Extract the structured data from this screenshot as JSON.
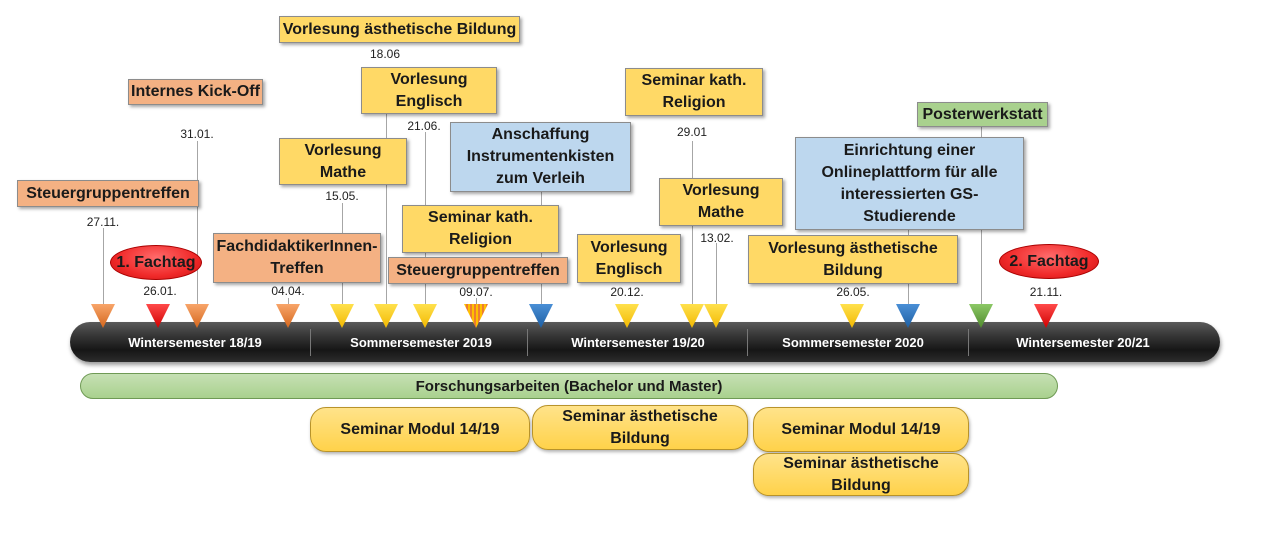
{
  "colors": {
    "orange": "#ed7d31",
    "red": "#ff0000",
    "yellow": "#ffc000",
    "blue": "#2e75b6",
    "green": "#70ad47",
    "box_yellow": "#ffd966",
    "box_orange": "#f4b183",
    "box_blue": "#bdd7ee",
    "box_green": "#a9d18e"
  },
  "semesters": [
    "Wintersemester 18/19",
    "Sommersemester 2019",
    "Wintersemester 19/20",
    "Sommersemester 2020",
    "Wintersemester 20/21"
  ],
  "events": [
    {
      "label": "Steuergruppentreffen",
      "date": "27.11.",
      "color": "orange",
      "box": "orange",
      "marker": "orange-triangle-icon"
    },
    {
      "label": "1. Fachtag",
      "date": "26.01.",
      "color": "red",
      "box": "oval",
      "marker": "red-triangle-icon"
    },
    {
      "label": "Internes Kick-Off",
      "date": "31.01.",
      "color": "orange",
      "box": "orange",
      "marker": "orange-triangle-icon"
    },
    {
      "label": "FachdidaktikerInnen-Treffen",
      "date": "04.04.",
      "color": "orange",
      "box": "orange",
      "marker": "orange-triangle-icon"
    },
    {
      "label": "Vorlesung Mathe",
      "date": "15.05.",
      "color": "yellow",
      "box": "yellow",
      "marker": "yellow-triangle-icon"
    },
    {
      "label": "Vorlesung ästhetische Bildung",
      "date": "18.06",
      "color": "yellow",
      "box": "yellow",
      "marker": "yellow-triangle-icon"
    },
    {
      "label": "Vorlesung Englisch",
      "date": "",
      "color": "yellow",
      "box": "yellow",
      "marker": "yellow-triangle-icon"
    },
    {
      "label": "Seminar kath. Religion",
      "date": "21.06.",
      "color": "yellow",
      "box": "yellow",
      "marker": "yellow-triangle-icon"
    },
    {
      "label": "Steuergruppentreffen",
      "date": "09.07.",
      "color": "yellow-orange",
      "box": "orange",
      "marker": "striped-triangle-icon"
    },
    {
      "label": "Anschaffung Instrumentenkisten zum Verleih",
      "date": "",
      "color": "blue",
      "box": "blue",
      "marker": "blue-triangle-icon"
    },
    {
      "label": "Vorlesung Englisch",
      "date": "20.12.",
      "color": "yellow",
      "box": "yellow",
      "marker": "yellow-triangle-icon"
    },
    {
      "label": "Seminar kath. Religion",
      "date": "29.01",
      "color": "yellow",
      "box": "yellow",
      "marker": "yellow-triangle-icon"
    },
    {
      "label": "Vorlesung Mathe",
      "date": "13.02.",
      "color": "yellow",
      "box": "yellow",
      "marker": "yellow-triangle-icon"
    },
    {
      "label": "Vorlesung ästhetische Bildung",
      "date": "26.05.",
      "color": "yellow",
      "box": "yellow",
      "marker": "yellow-triangle-icon"
    },
    {
      "label": "Einrichtung einer Onlineplattform für alle interessierten GS-Studierende",
      "date": "",
      "color": "blue",
      "box": "blue",
      "marker": "blue-triangle-icon"
    },
    {
      "label": "Posterwerkstatt",
      "date": "",
      "color": "green",
      "box": "green",
      "marker": "green-triangle-icon"
    },
    {
      "label": "2. Fachtag",
      "date": "21.11.",
      "color": "red",
      "box": "oval",
      "marker": "red-triangle-icon"
    }
  ],
  "research_bar": "Forschungsarbeiten (Bachelor und Master)",
  "seminars": [
    "Seminar Modul 14/19",
    "Seminar ästhetische Bildung",
    "Seminar Modul 14/19",
    "Seminar ästhetische Bildung"
  ]
}
